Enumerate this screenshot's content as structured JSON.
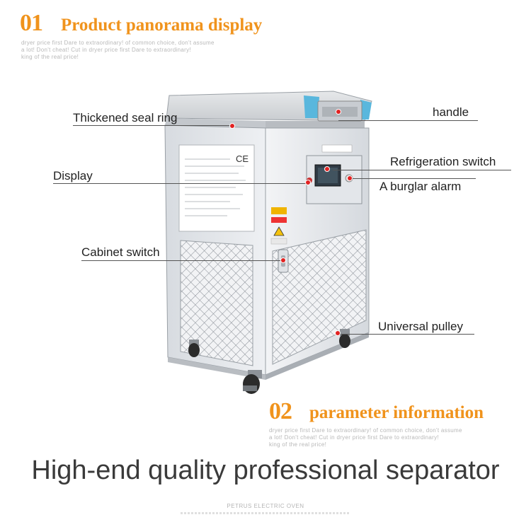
{
  "accent_color": "#f0931c",
  "section1": {
    "number": "01",
    "title": "Product panorama display",
    "blurb": [
      "dryer price first Dare to extraordinary! of common choice, don't assume",
      "a lot! Don't cheat! Cut in dryer price first Dare to extraordinary!",
      "king of the real price!"
    ]
  },
  "callouts": {
    "seal_ring": "Thickened seal ring",
    "handle": "handle",
    "refrigeration_switch": "Refrigeration switch",
    "display": "Display",
    "burglar_alarm": "A burglar alarm",
    "cabinet_switch": "Cabinet switch",
    "universal_pulley": "Universal pulley"
  },
  "machine": {
    "icons": [
      "freezer-machine-image",
      "ce-mark-icon",
      "warning-label-icon",
      "caster-wheel-icon"
    ],
    "ce_mark": "CE"
  },
  "section2": {
    "number": "02",
    "title": "parameter information",
    "blurb": [
      "dryer price first Dare to extraordinary! of common choice, don't assume",
      "a lot! Don't cheat! Cut in dryer price first Dare to extraordinary!",
      "king of the real price!"
    ]
  },
  "headline": "High-end quality professional separator",
  "footer": {
    "brand": "PETRUS ELECTRIC OVEN"
  }
}
